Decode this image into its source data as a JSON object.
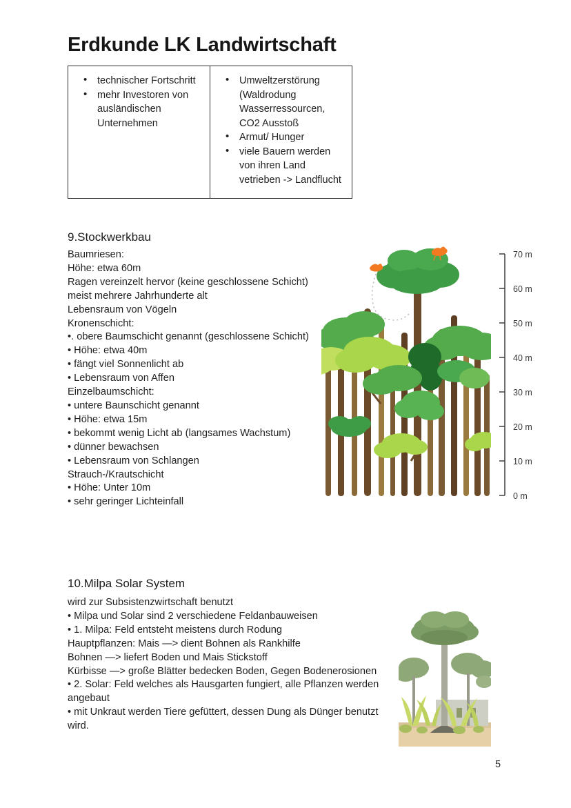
{
  "document": {
    "title": "Erdkunde LK Landwirtschaft",
    "page_number": "5"
  },
  "proscons_table": {
    "left_column": [
      "technischer Fortschritt",
      "mehr Investoren von ausländischen Unternehmen"
    ],
    "right_column": [
      "Umweltzerstörung (Waldrodung Wasserressourcen, CO2 Ausstoß",
      "Armut/ Hunger",
      "viele Bauern werden von ihren Land vetrieben -> Landflucht"
    ]
  },
  "sections": {
    "stockwerkbau": {
      "heading": "9.Stockwerkbau",
      "body": "Baumriesen:\nHöhe: etwa 60m\nRagen vereinzelt hervor (keine geschlossene Schicht) meist mehrere Jahrhunderte alt\nLebensraum von Vögeln\nKronenschicht:\n•. obere Baumschicht genannt (geschlossene Schicht)\n• Höhe: etwa 40m\n• fängt viel Sonnenlicht ab\n• Lebensraum von Affen\nEinzelbaumschicht:\n• untere Baunschicht genannt\n• Höhe: etwa 15m\n• bekommt wenig Licht ab (langsames Wachstum)\n• dünner bewachsen\n• Lebensraum von Schlangen\nStrauch-/Krautschicht\n• Höhe: Unter 10m\n• sehr geringer Lichteinfall"
    },
    "milpa": {
      "heading": "10.Milpa Solar System",
      "body": "wird zur Subsistenzwirtschaft benutzt\n• Milpa und Solar sind 2 verschiedene Feldanbauweisen\n• 1. Milpa: Feld entsteht meistens durch Rodung\nHauptpflanzen: Mais —> dient Bohnen als Rankhilfe\nBohnen —> liefert Boden und Mais Stickstoff\nKürbisse —> große Blätter bedecken Boden, Gegen Bodenerosionen\n• 2. Solar: Feld welches als Hausgarten fungiert, alle Pflanzen werden angebaut\n• mit Unkraut werden Tiere gefüttert, dessen Dung als Dünger benutzt wird."
    }
  },
  "figures": {
    "forest_layers": {
      "caption_alt": "rainforest-layers-illustration",
      "scale_labels": [
        "70 m",
        "60 m",
        "50 m",
        "40 m",
        "30 m",
        "20 m",
        "10 m",
        "0 m"
      ],
      "scale_values": [
        70,
        60,
        50,
        40,
        30,
        20,
        10,
        0
      ],
      "scale_unit": "m",
      "colors": {
        "canopy_dark": "#2f8f3f",
        "canopy_mid": "#53ab4c",
        "canopy_light": "#a9d64a",
        "canopy_deep": "#1f6b2a",
        "trunk_dark": "#6b4a2a",
        "trunk_light": "#9a7a3f",
        "bird": "#f47a21",
        "axis": "#4a4a4a"
      }
    },
    "milpa_solar": {
      "caption_alt": "milpa-solar-garden-illustration",
      "colors": {
        "emergent_canopy": "#7d9d66",
        "mid_canopy": "#8fa878",
        "understory": "#c8d96a",
        "trunk": "#a9a99c",
        "ground": "#dfc9a0",
        "sky": "#ffffff"
      }
    }
  }
}
